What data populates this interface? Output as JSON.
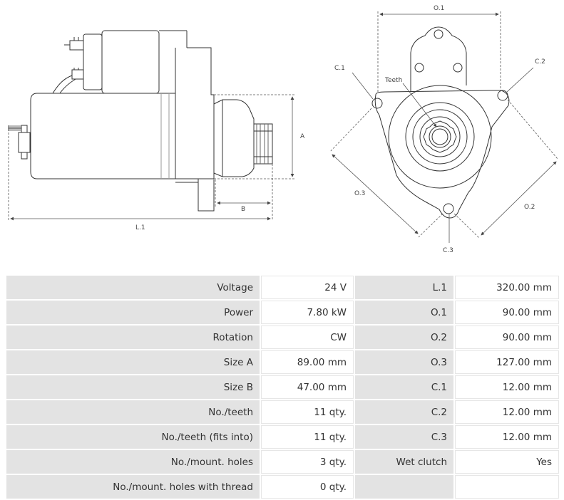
{
  "diagram": {
    "labels": {
      "o1": "O.1",
      "o2": "O.2",
      "o3": "O.3",
      "c1": "C.1",
      "c2": "C.2",
      "c3": "C.3",
      "teeth": "Teeth",
      "a": "A",
      "b": "B",
      "l1": "L.1"
    }
  },
  "specs": {
    "left": [
      {
        "label": "Voltage",
        "value": "24 V"
      },
      {
        "label": "Power",
        "value": "7.80 kW"
      },
      {
        "label": "Rotation",
        "value": "CW"
      },
      {
        "label": "Size A",
        "value": "89.00 mm"
      },
      {
        "label": "Size B",
        "value": "47.00 mm"
      },
      {
        "label": "No./teeth",
        "value": "11 qty."
      },
      {
        "label": "No./teeth (fits into)",
        "value": "11 qty."
      },
      {
        "label": "No./mount. holes",
        "value": "3 qty."
      },
      {
        "label": "No./mount. holes with thread",
        "value": "0 qty."
      }
    ],
    "right": [
      {
        "label": "L.1",
        "value": "320.00 mm"
      },
      {
        "label": "O.1",
        "value": "90.00 mm"
      },
      {
        "label": "O.2",
        "value": "90.00 mm"
      },
      {
        "label": "O.3",
        "value": "127.00 mm"
      },
      {
        "label": "C.1",
        "value": "12.00 mm"
      },
      {
        "label": "C.2",
        "value": "12.00 mm"
      },
      {
        "label": "C.3",
        "value": "12.00 mm"
      },
      {
        "label": "Wet clutch",
        "value": "Yes"
      },
      {
        "label": "",
        "value": ""
      }
    ]
  }
}
